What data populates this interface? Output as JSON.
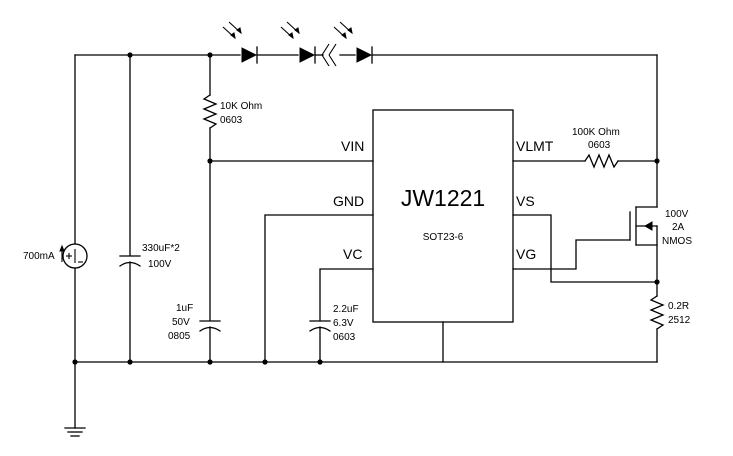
{
  "chip": {
    "name": "JW1221",
    "package": "SOT23-6",
    "pins": {
      "vin": "VIN",
      "gnd": "GND",
      "vc": "VC",
      "vlmt": "VLMT",
      "vs": "VS",
      "vg": "VG"
    }
  },
  "source": {
    "label": "700mA"
  },
  "bulk_cap": {
    "value": "330uF*2",
    "voltage": "100V"
  },
  "r_top": {
    "value": "10K Ohm",
    "package": "0603"
  },
  "c_vin": {
    "value": "1uF",
    "voltage": "50V",
    "package": "0805"
  },
  "c_vc": {
    "value": "2.2uF",
    "voltage": "6.3V",
    "package": "0603"
  },
  "r_vlmt": {
    "value": "100K Ohm",
    "package": "0603"
  },
  "mosfet": {
    "voltage": "100V",
    "current": "2A",
    "type": "NMOS"
  },
  "r_sense": {
    "value": "0.2R",
    "package": "2512"
  }
}
